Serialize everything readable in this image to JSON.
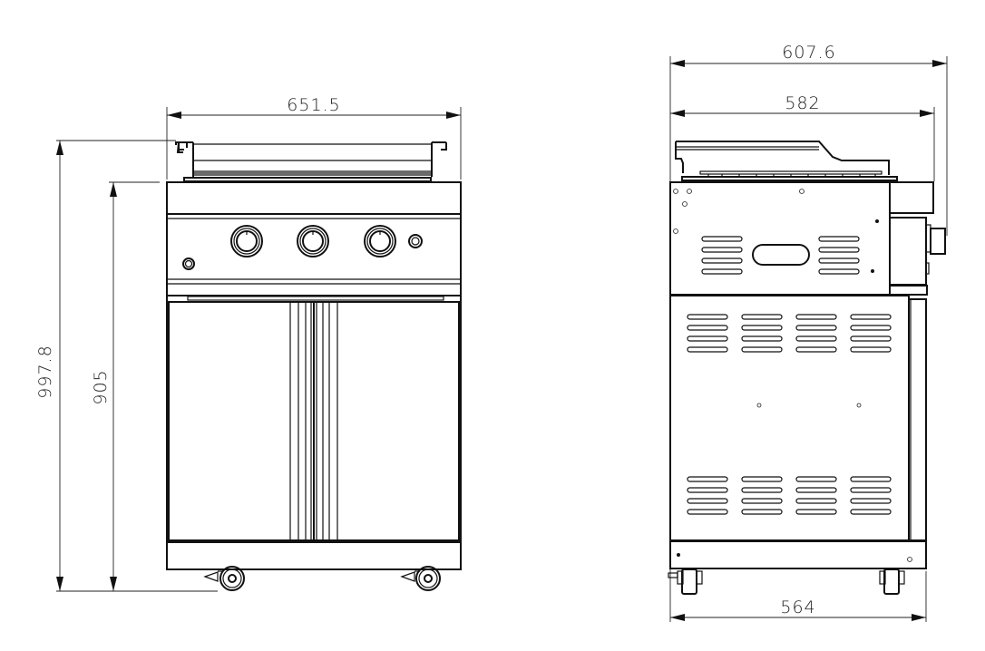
{
  "drawing": {
    "front_view": {
      "label": "front-view",
      "dimensions": {
        "width": "651.5",
        "total_height": "997.8",
        "body_height": "905"
      },
      "control_knobs": 3,
      "ignition_buttons": 2,
      "doors": 2,
      "casters": 2
    },
    "side_view": {
      "label": "side-view",
      "dimensions": {
        "overall_depth": "607.6",
        "top_depth": "582",
        "base_depth": "564"
      },
      "vent_slots_top_rows": 4,
      "vent_slots_columns": 4,
      "casters": 2
    }
  }
}
